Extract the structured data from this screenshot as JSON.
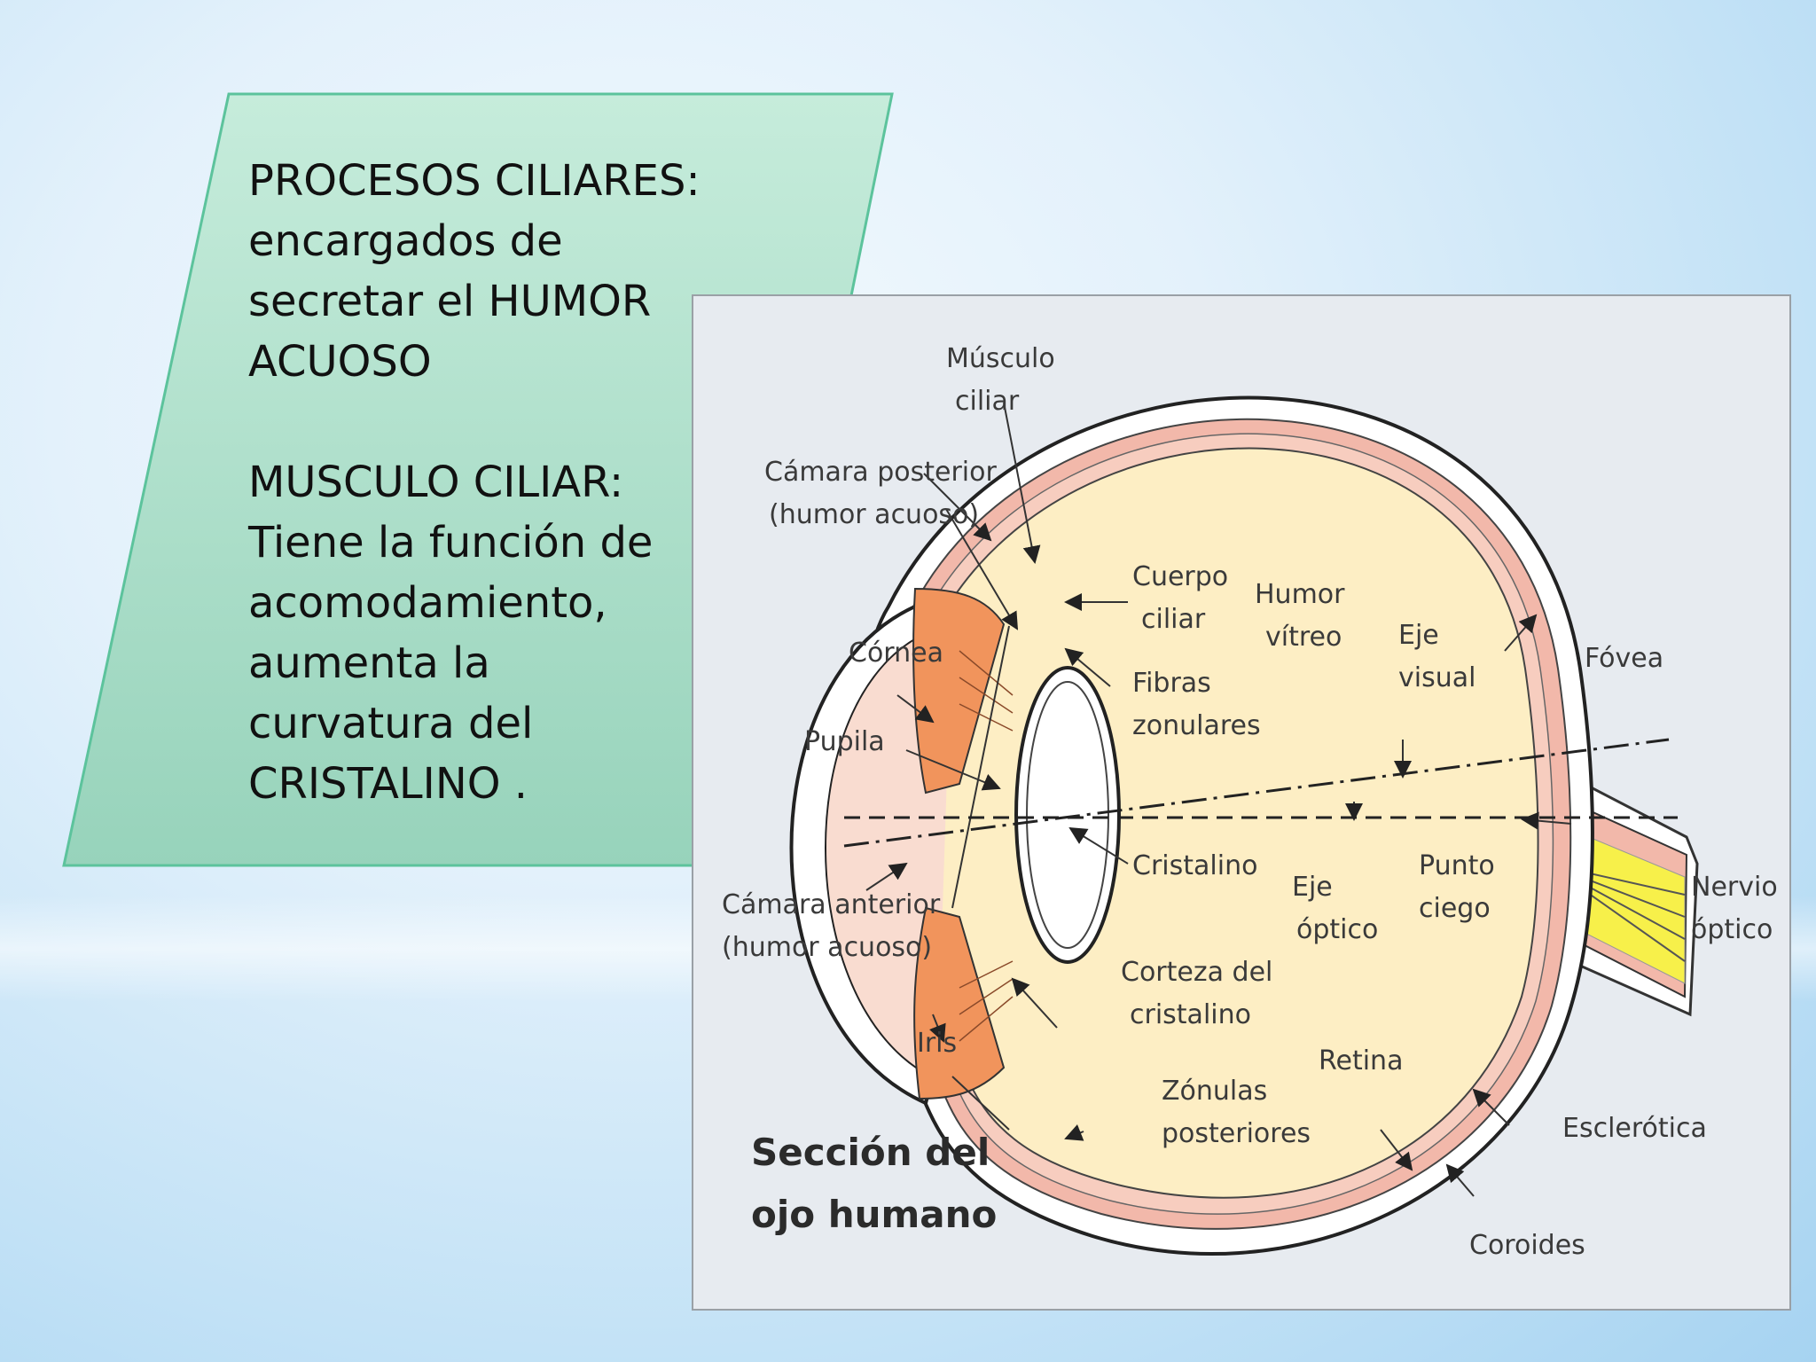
{
  "panel": {
    "lines": [
      "PROCESOS CILIARES:",
      "encargados de",
      "secretar el HUMOR",
      "ACUOSO",
      "",
      "MUSCULO CILIAR:",
      "Tiene la función de",
      "acomodamiento,",
      "aumenta la",
      "curvatura del",
      "CRISTALINO ."
    ]
  },
  "figure": {
    "title_lines": [
      "Sección del",
      "ojo humano"
    ],
    "labels": {
      "musculo_ciliar": [
        "Músculo",
        "ciliar"
      ],
      "camara_posterior": [
        "Cámara posterior",
        "(humor acuoso)"
      ],
      "cuerpo_ciliar": [
        "Cuerpo",
        "ciliar"
      ],
      "humor_vitreo": [
        "Humor",
        "vítreo"
      ],
      "eje_visual": [
        "Eje",
        "visual"
      ],
      "fovea": [
        "Fóvea"
      ],
      "cornea": [
        "Córnea"
      ],
      "fibras_zonulares": [
        "Fibras",
        "zonulares"
      ],
      "pupila": [
        "Pupila"
      ],
      "cristalino": [
        "Cristalino"
      ],
      "eje_optico": [
        "Eje",
        "óptico"
      ],
      "punto_ciego": [
        "Punto",
        "ciego"
      ],
      "nervio_optico": [
        "Nervio",
        "óptico"
      ],
      "camara_anterior": [
        "Cámara anterior",
        "(humor acuoso)"
      ],
      "corteza_cristalino": [
        "Corteza del",
        "cristalino"
      ],
      "iris": [
        "Iris"
      ],
      "retina": [
        "Retina"
      ],
      "zonulas_posteriores": [
        "Zónulas",
        "posteriores"
      ],
      "esclerotica": [
        "Esclerótica"
      ],
      "coroides": [
        "Coroides"
      ]
    }
  },
  "colors": {
    "panel_fill_top": "#c6ecdb",
    "panel_fill_bottom": "#97d3bb",
    "panel_border": "#5cc39c",
    "vitreous": "#fdeec4",
    "sclera": "#ffffff",
    "choroid": "#f2b8aa",
    "iris": "#f1945c",
    "nerve_fibers": "#f7f04a"
  }
}
